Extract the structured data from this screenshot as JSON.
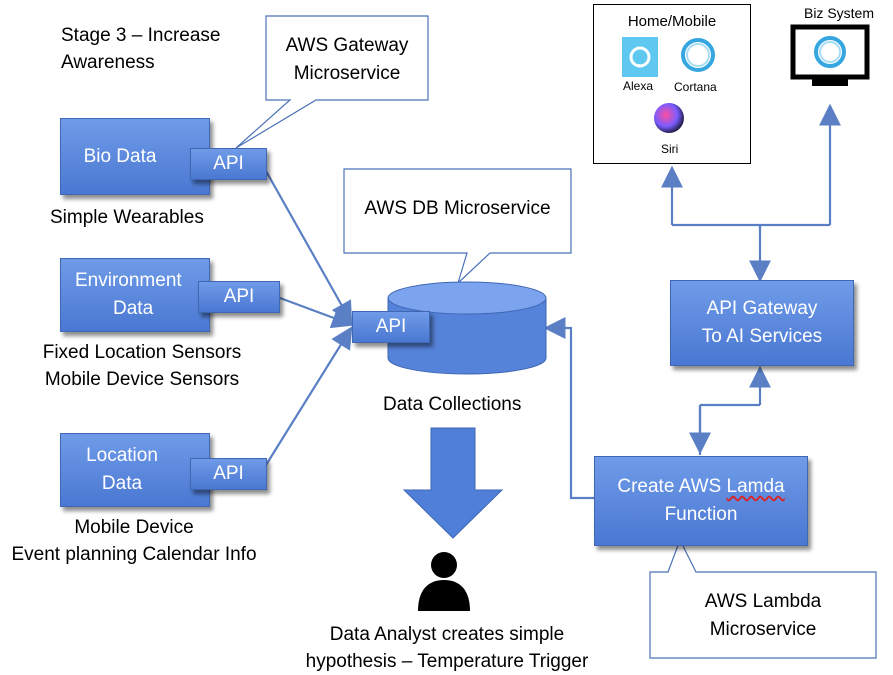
{
  "stage_title": [
    "Stage 3 – Increase",
    "Awareness"
  ],
  "callouts": {
    "gateway": [
      "AWS Gateway",
      "Microservice"
    ],
    "db": "AWS DB Microservice",
    "lambda": [
      "AWS Lambda",
      "Microservice"
    ]
  },
  "sources": [
    {
      "title": "Bio Data",
      "api": "API",
      "caption": [
        "Simple Wearables"
      ]
    },
    {
      "title": [
        "Environment",
        "Data"
      ],
      "api": "API",
      "caption": [
        "Fixed Location Sensors",
        "Mobile Device Sensors"
      ]
    },
    {
      "title": [
        "Location",
        "Data"
      ],
      "api": "API",
      "caption": [
        "Mobile Device",
        "Event planning Calendar Info"
      ]
    }
  ],
  "database": {
    "api": "API",
    "caption": "Data Collections"
  },
  "analyst": {
    "caption": [
      "Data Analyst creates simple",
      "hypothesis – Temperature Trigger"
    ]
  },
  "gateway_ai": [
    "API Gateway",
    "To AI Services"
  ],
  "lambda_func": {
    "line1_prefix": "Create AWS ",
    "line1_word": "Lamda",
    "line2": "Function"
  },
  "home_mobile": {
    "title": "Home/Mobile",
    "alexa": "Alexa",
    "cortana": "Cortana",
    "siri": "Siri"
  },
  "biz_system": "Biz System",
  "colors": {
    "box_fill": "#5b87dd",
    "connector": "#5a7fc4",
    "callout_border": "#4a72b8"
  }
}
